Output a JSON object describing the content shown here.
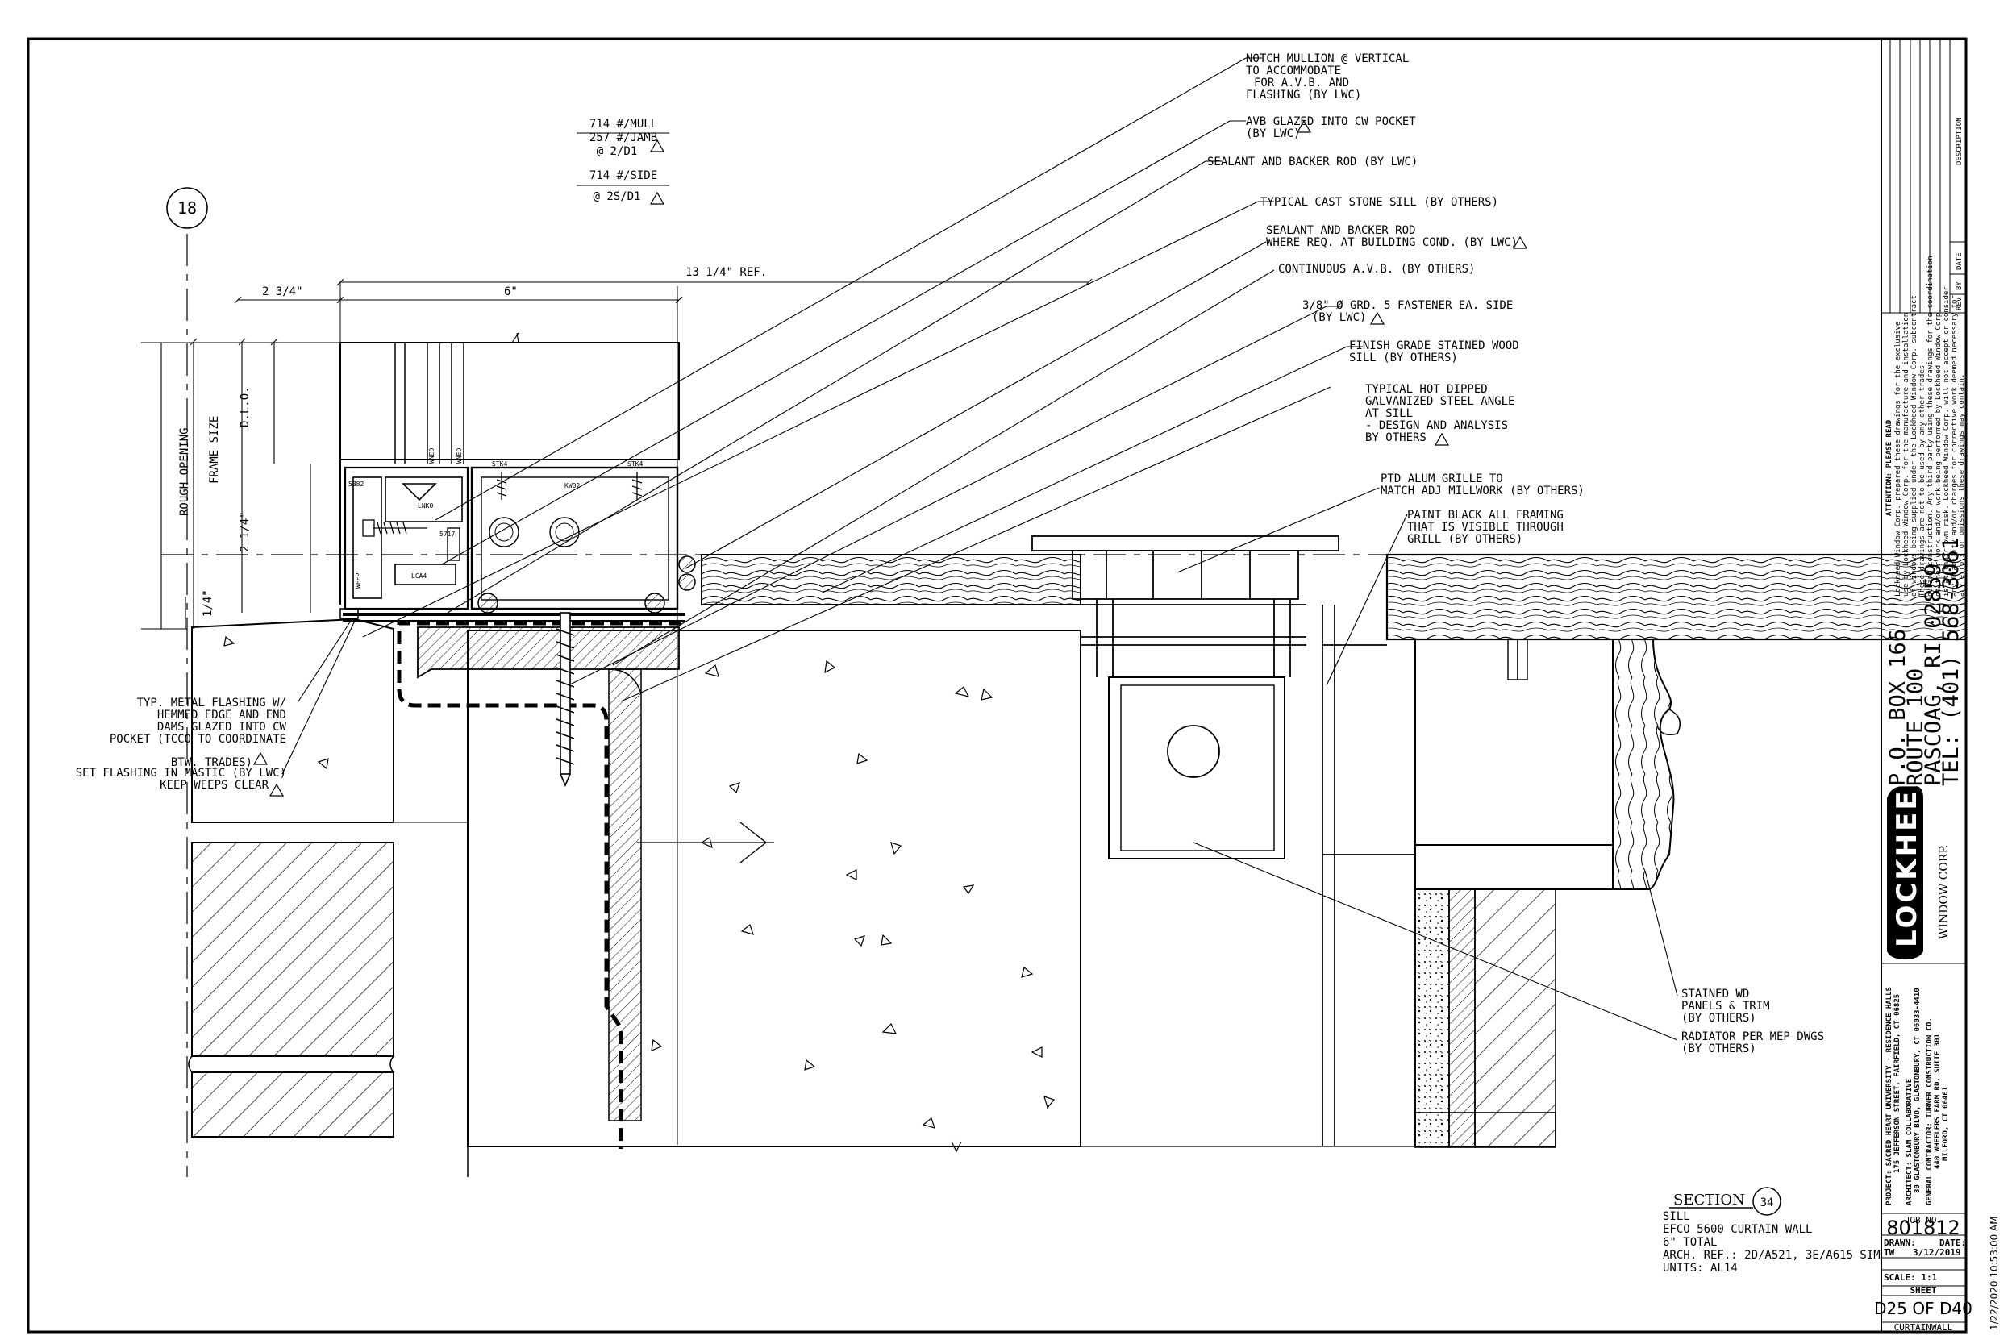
{
  "notes_right": [
    [
      "NOTCH MULLION @ VERTICAL",
      "TO ACCOMMODATE",
      "FOR A.V.B. AND",
      "FLASHING (BY LWC)"
    ],
    [
      "AVB GLAZED INTO CW POCKET",
      "(BY LWC)"
    ],
    [
      "SEALANT AND BACKER ROD (BY LWC)"
    ],
    [
      "TYPICAL CAST STONE SILL (BY OTHERS)"
    ],
    [
      "SEALANT AND BACKER ROD",
      "WHERE REQ. AT BUILDING COND. (BY LWC)"
    ],
    [
      "CONTINUOUS A.V.B. (BY OTHERS)"
    ],
    [
      "3/8\" Ø GRD. 5 FASTENER EA. SIDE",
      "(BY LWC)"
    ],
    [
      "FINISH GRADE STAINED WOOD",
      "SILL (BY OTHERS)"
    ],
    [
      "TYPICAL HOT DIPPED",
      "GALVANIZED STEEL ANGLE",
      "AT SILL",
      "- DESIGN AND ANALYSIS",
      "BY OTHERS"
    ],
    [
      "PTD ALUM GRILLE TO",
      "MATCH ADJ MILLWORK (BY OTHERS)"
    ],
    [
      "PAINT BLACK ALL FRAMING",
      "THAT IS VISIBLE THROUGH",
      "GRILL (BY OTHERS)"
    ],
    [
      "STAINED WD",
      "PANELS & TRIM",
      "(BY OTHERS)"
    ],
    [
      "RADIATOR PER MEP DWGS",
      "(BY OTHERS)"
    ]
  ],
  "notes_left": [
    [
      "TYP. METAL FLASHING W/",
      "HEMMED EDGE AND END",
      "DAMS GLAZED INTO CW",
      "POCKET (TCCO TO COORDINATE",
      "BTW. TRADES)"
    ],
    [
      "SET FLASHING IN MASTIC (BY LWC)",
      "KEEP WEEPS CLEAR"
    ]
  ],
  "loads": {
    "line1": "714 #/MULL",
    "line2": "257 #/JAMB",
    "line3": "@ 2/D1",
    "line4": "714 #/SIDE",
    "line5": "@ 2S/D1"
  },
  "grid_bubble": "18",
  "dimensions": {
    "width_a": "2 3/4\"",
    "width_b": "6\"",
    "ref": "13 1/4\" REF.",
    "rough_opening": "ROUGH OPENING",
    "frame_size": "FRAME SIZE",
    "dlo": "D.L.O.",
    "dim_v": "2 1/4\"",
    "dim_small": "1/4\""
  },
  "part_labels": {
    "p5882": "5882",
    "lnko": "LNKO",
    "lca4": "LCA4",
    "p5717": "5717",
    "kw02": "KW02",
    "stk4a": "STK4",
    "stk4b": "STK4",
    "weep": "WEEP",
    "wned1": "WNED",
    "wned2": "WNED"
  },
  "section": {
    "title": "SECTION",
    "number": "34",
    "lines": [
      "SILL",
      "EFCO 5600 CURTAIN WALL",
      "6\" TOTAL",
      "ARCH. REF.: 2D/A521, 3E/A615 SIM",
      "UNITS: AL14"
    ]
  },
  "title_block": {
    "rev_headers": [
      "REV",
      "BY",
      "DATE",
      "DESCRIPTION"
    ],
    "attention": "ATTENTION: PLEASE READ",
    "disclaimer": [
      "Lockheed Window Corp. prepared these drawings for the exclusive",
      "use by Lockheed Window Corp. for the manufacture and installation",
      "of windows being supplied under the Lockheed Window Corp. subcontract.",
      "These drawings are not to be used by any other trades",
      "during construction. Any third party using these drawings for the coordination",
      "of their work and/or work being performed by Lockheed Window Corp.",
      "is at their own risk. Lockheed Window Corp. will not accept or consider",
      "any liability and/or charges for corrective work deemed necessary for",
      "any errors or omissions these drawings may contain."
    ],
    "address": [
      "P.O. BOX 166",
      "ROUTE 100",
      "PASCOAG, RI 02859",
      "TEL: (401) 568-3061"
    ],
    "logo": "LOCKHEED",
    "logo_sub": "WINDOW CORP.",
    "project": [
      "PROJECT: SACRED HEART UNIVERSITY - RESIDENCE HALLS",
      "175 JEFFERSON STREET, FAIRFIELD, CT 06825",
      "ARCHITECT: SLAM COLLABORATIVE",
      "80 GLASTONBURY BLVD, GLASTONBURY, CT 06033-4410",
      "GENERAL CONTRACTOR: TURNER CONSTRUCTION CO.",
      "440 WHEELERS FARM RD, SUITE 301",
      "MILFORD, CT 06461"
    ],
    "job_label": "JOB NO.",
    "job_no": "801812",
    "drawn_label": "DRAWN:",
    "date_label": "DATE:",
    "drawn_by": "TW",
    "date": "3/12/2019",
    "scale": "SCALE: 1:1",
    "sheet_label": "SHEET",
    "sheet": "D25 OF D40",
    "category": "CURTAINWALL"
  },
  "timestamp": "1/22/2020 10:53:00 AM"
}
